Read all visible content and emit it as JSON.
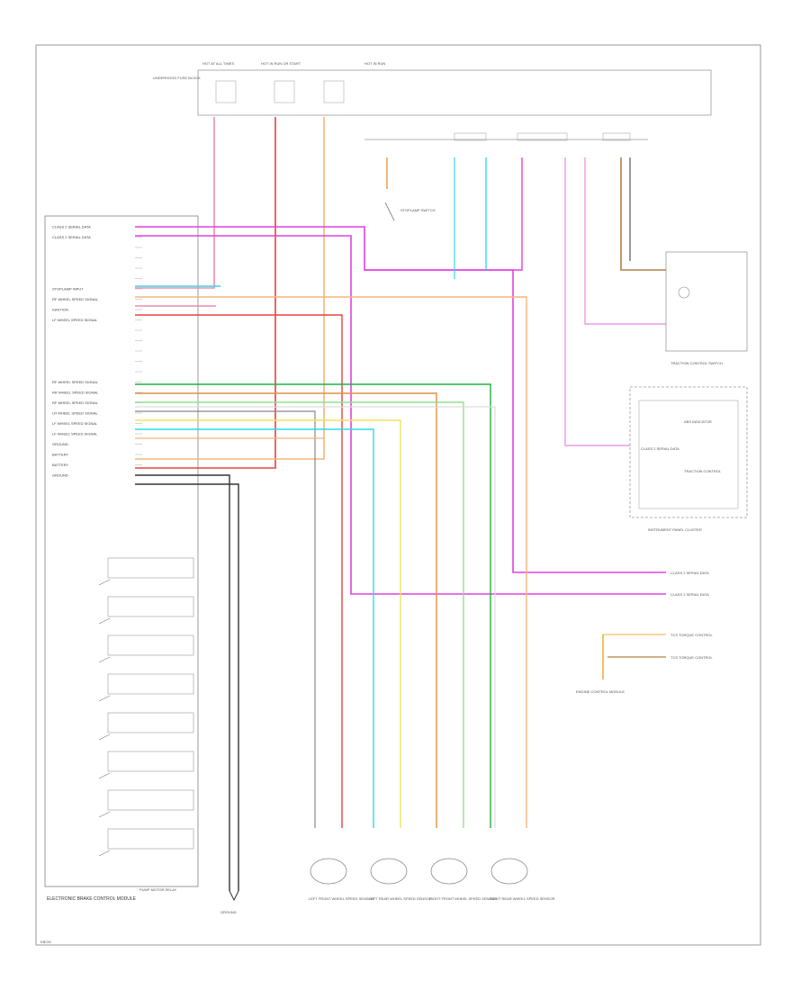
{
  "corner_label": "EBCM",
  "frame_label": "ELECTRONIC BRAKE CONTROL MODULE",
  "ebcm_pins": [
    {
      "label": "CLASS 2 SERIAL DATA"
    },
    {
      "label": "CLASS 2 SERIAL DATA"
    },
    {
      "label": ""
    },
    {
      "label": ""
    },
    {
      "label": ""
    },
    {
      "label": ""
    },
    {
      "label": "STOPLAMP INPUT"
    },
    {
      "label": "RF WHEEL SPEED SIGNAL"
    },
    {
      "label": "IGNITION"
    },
    {
      "label": "LF WHEEL SPEED SIGNAL"
    },
    {
      "label": ""
    },
    {
      "label": ""
    },
    {
      "label": ""
    },
    {
      "label": ""
    },
    {
      "label": ""
    },
    {
      "label": "RF WHEEL SPEED SIGNAL"
    },
    {
      "label": "RR WHEEL SPEED SIGNAL"
    },
    {
      "label": "RF WHEEL SPEED SIGNAL"
    },
    {
      "label": "LR WHEEL SPEED SIGNAL"
    },
    {
      "label": "LF WHEEL SPEED SIGNAL"
    },
    {
      "label": "LF WHEEL SPEED SIGNAL"
    },
    {
      "label": "GROUND"
    },
    {
      "label": "BATTERY"
    },
    {
      "label": "BATTERY"
    },
    {
      "label": "GROUND"
    }
  ],
  "fuses_top": [
    {
      "label": "HOT AT ALL TIMES"
    },
    {
      "label": "HOT IN RUN OR START"
    },
    {
      "label": "HOT IN RUN"
    }
  ],
  "fuse_block_label": "UNDERHOOD FUSE BLOCK",
  "ipc_label": "INSTRUMENT PANEL CLUSTER",
  "ipc_inner": [
    "CLASS 2 SERIAL DATA",
    "ABS INDICATOR",
    "TRACTION CONTROL"
  ],
  "traction_switch_label": "TRACTION CONTROL SWITCH",
  "ecm_label": "ENGINE CONTROL MODULE",
  "serial_data_out": [
    "CLASS 2 SERIAL DATA",
    "CLASS 2 SERIAL DATA"
  ],
  "tcs_out": [
    "TCS TORQUE CONTROL",
    "TCS TORQUE CONTROL"
  ],
  "brake_switch_label": "STOPLAMP SWITCH",
  "solenoid_label": "PUMP MOTOR RELAY",
  "ground_label": "GROUND",
  "wheel_sensors": [
    {
      "label": "LEFT FRONT WHEEL SPEED SENSOR"
    },
    {
      "label": "LEFT REAR WHEEL SPEED SENSOR"
    },
    {
      "label": "RIGHT FRONT WHEEL SPEED SENSOR"
    },
    {
      "label": "RIGHT REAR WHEEL SPEED SENSOR"
    }
  ],
  "wire_colors": {
    "pink": "#f08ab0",
    "red": "#e84040",
    "orange": "#f4b57a",
    "magenta": "#e040e0",
    "light_magenta": "#e99be9",
    "cyan": "#30d8e8",
    "green": "#20b040",
    "yellow": "#f2e060",
    "light_green": "#90e090",
    "dark_orange": "#e09040",
    "black": "#333333",
    "brown": "#b08040"
  }
}
